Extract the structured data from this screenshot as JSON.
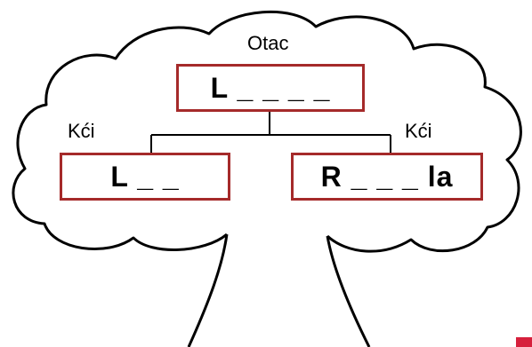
{
  "parent": {
    "role_label": "Otac",
    "name_puzzle": "L _ _ _ _"
  },
  "left_child": {
    "role_label": "Kći",
    "name_puzzle": "L _ _"
  },
  "right_child": {
    "role_label": "Kći",
    "name_puzzle": "R _ _ _ la"
  },
  "colors": {
    "box_border": "#a52a2a",
    "corner_mark": "#d6203c"
  }
}
